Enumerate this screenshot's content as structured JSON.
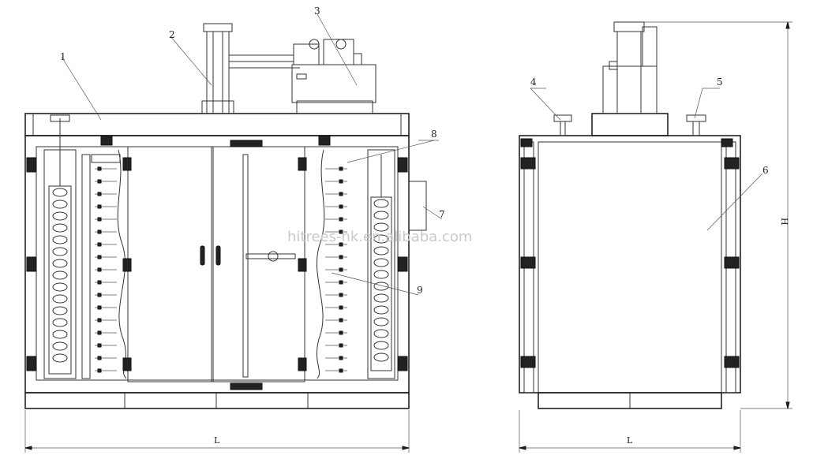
{
  "labels": {
    "callout_1": "1",
    "callout_2": "2",
    "callout_3": "3",
    "callout_4": "4",
    "callout_5": "5",
    "callout_6": "6",
    "callout_7": "7",
    "callout_8": "8",
    "callout_9": "9",
    "dim_front_length": "L",
    "dim_side_length": "L",
    "dim_height": "H"
  },
  "watermark": "hitrees-hk.en.alibaba.com",
  "colors": {
    "line": "#333333",
    "background": "#ffffff",
    "watermark": "#c9c9c9"
  }
}
